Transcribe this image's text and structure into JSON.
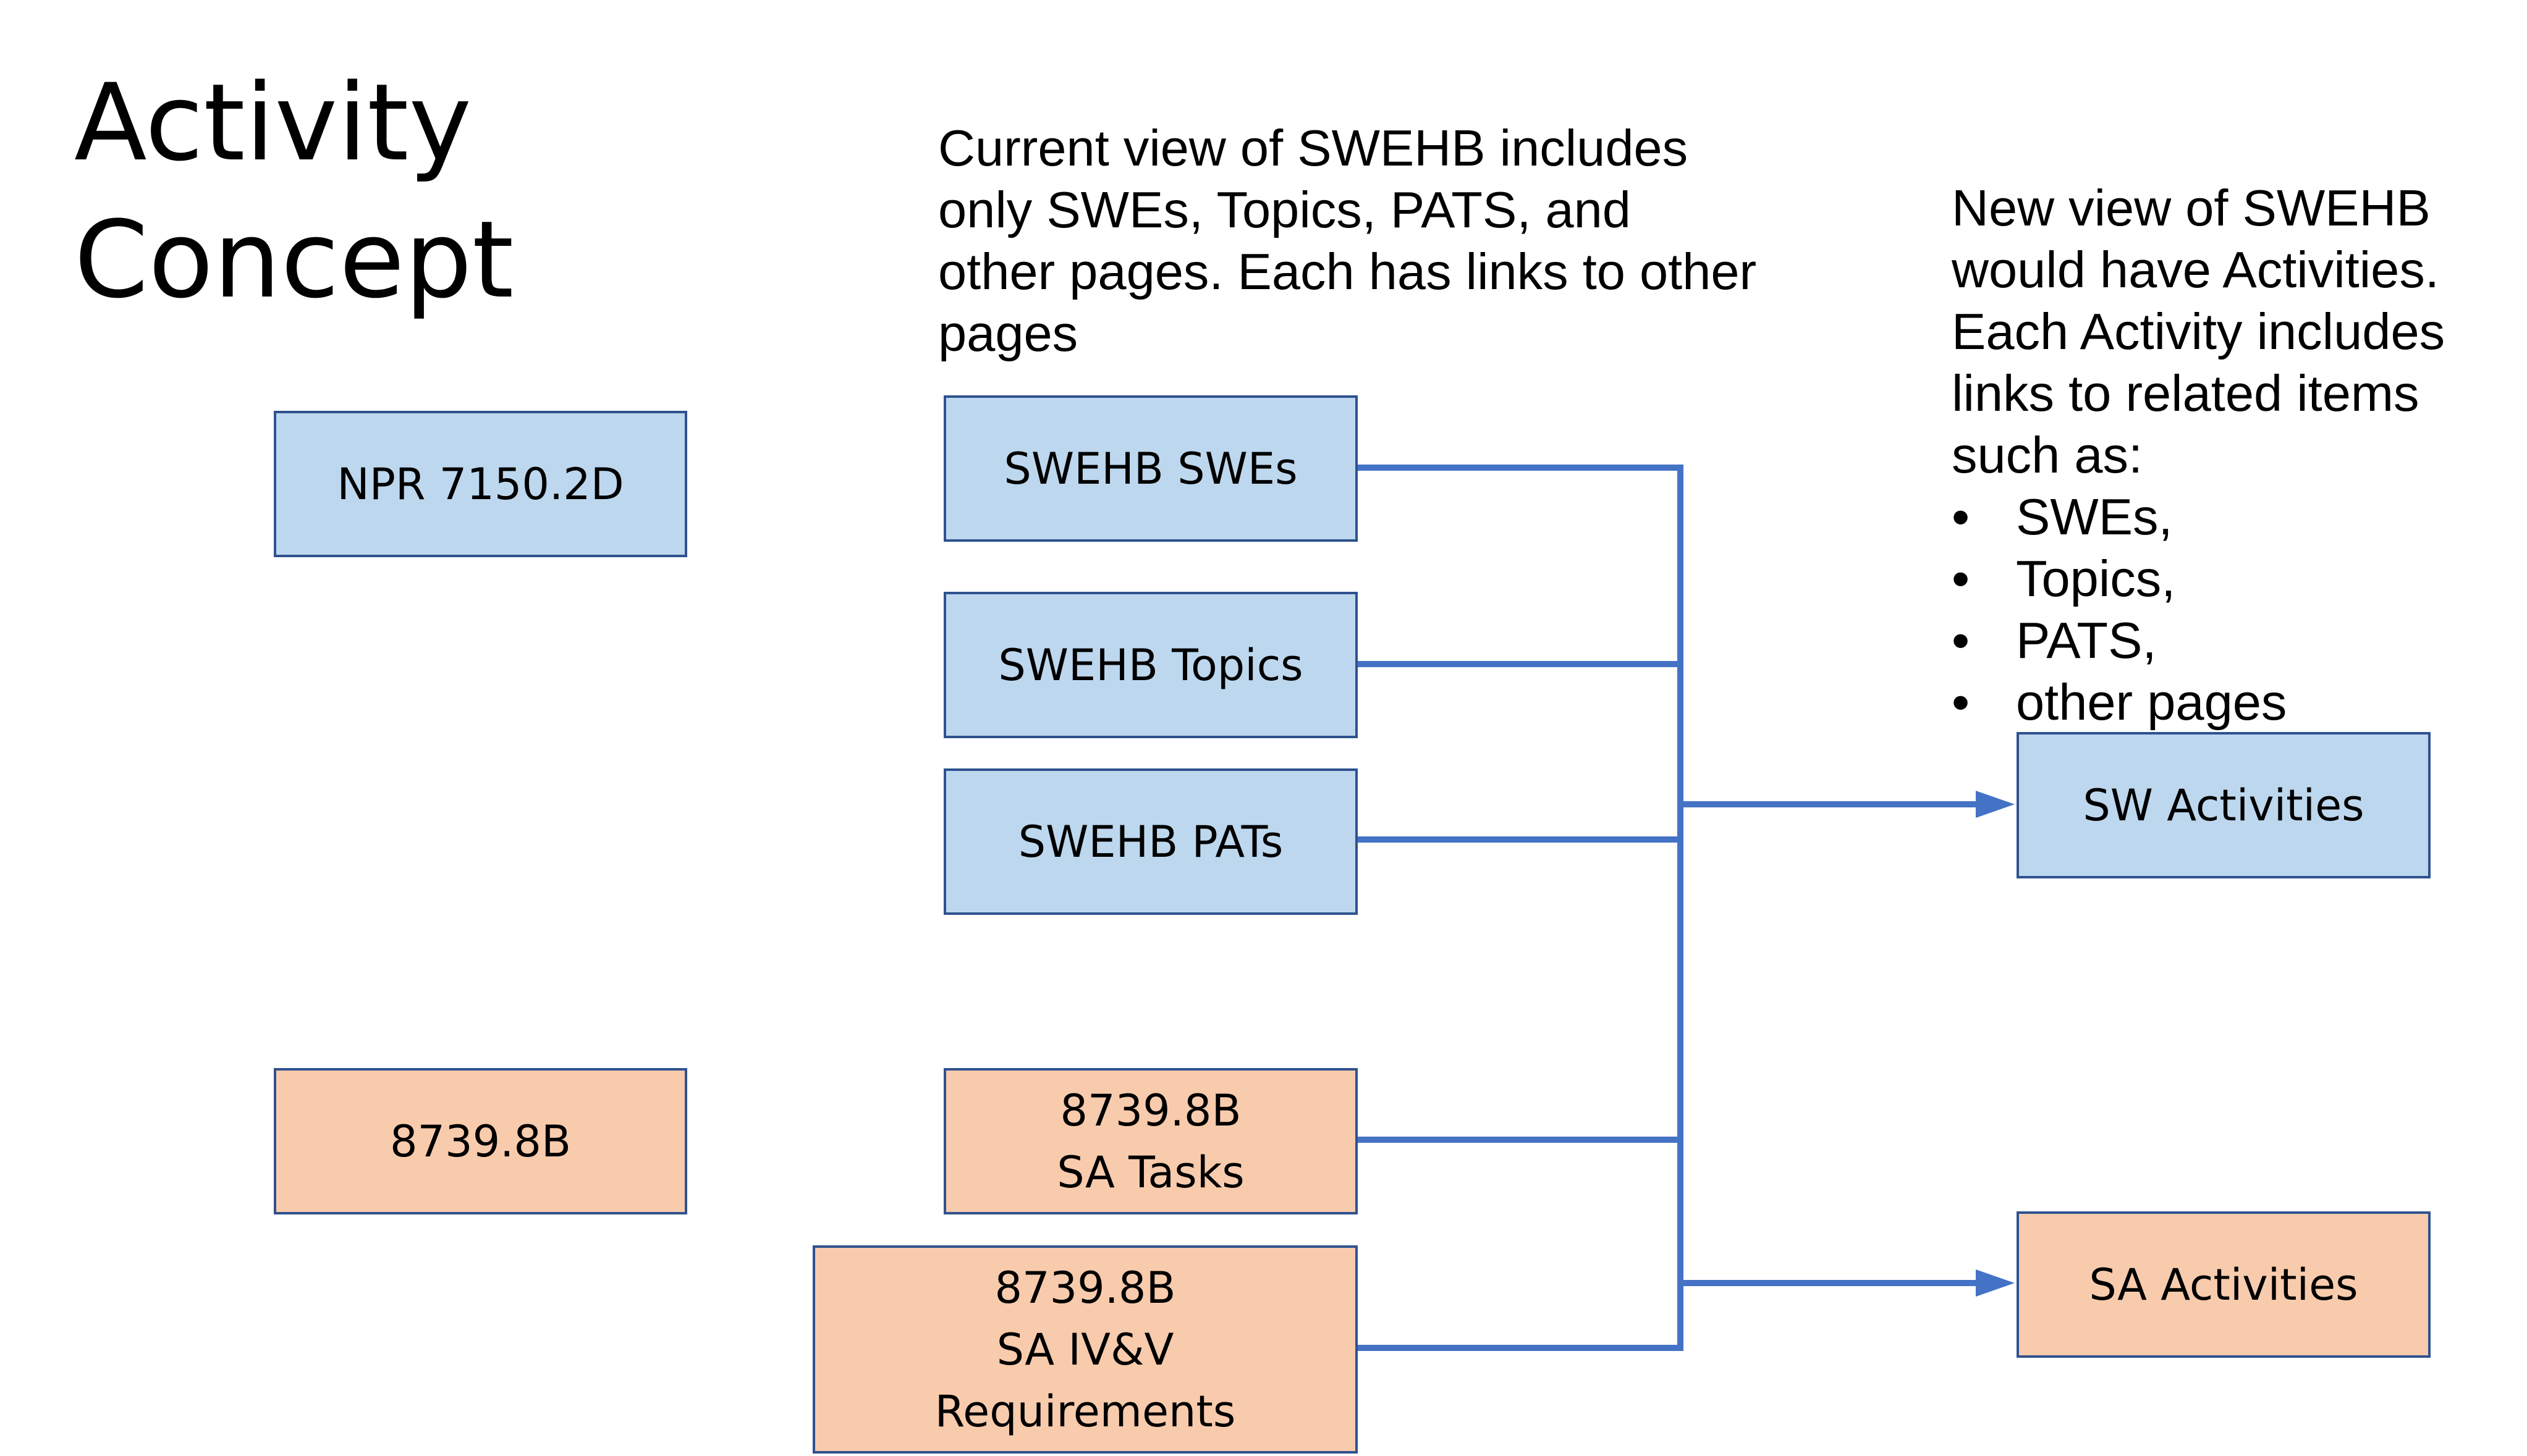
{
  "title": {
    "line1": "Activity",
    "line2": "Concept"
  },
  "current_note": {
    "lines": [
      "Current view of SWEHB includes",
      "only SWEs, Topics, PATS, and",
      "other pages. Each has links to other",
      "pages"
    ]
  },
  "new_note": {
    "lines": [
      "New  view of SWEHB",
      "would have Activities.",
      "Each Activity includes",
      "links to related items",
      "such as:"
    ],
    "bullet_glyph": "•",
    "bullets": [
      "SWEs,",
      "Topics,",
      "PATS,",
      "other pages"
    ]
  },
  "boxes": {
    "npr": {
      "lines": [
        "NPR 7150.2D"
      ]
    },
    "std8739": {
      "lines": [
        "8739.8B"
      ]
    },
    "swehb_swes": {
      "lines": [
        "SWEHB SWEs"
      ]
    },
    "swehb_topics": {
      "lines": [
        "SWEHB Topics"
      ]
    },
    "swehb_pats": {
      "lines": [
        "SWEHB PATs"
      ]
    },
    "sa_tasks": {
      "lines": [
        "8739.8B",
        "SA Tasks"
      ]
    },
    "sa_ivv": {
      "lines": [
        "8739.8B",
        "SA IV&V",
        "Requirements"
      ]
    },
    "sw_activities": {
      "lines": [
        "SW Activities"
      ]
    },
    "sa_activities": {
      "lines": [
        "SA Activities"
      ]
    }
  },
  "colors": {
    "blue_fill": "#bdd7ee",
    "orange_fill": "#f8cbad",
    "box_border": "#2f528f",
    "connector": "#4472c4"
  }
}
